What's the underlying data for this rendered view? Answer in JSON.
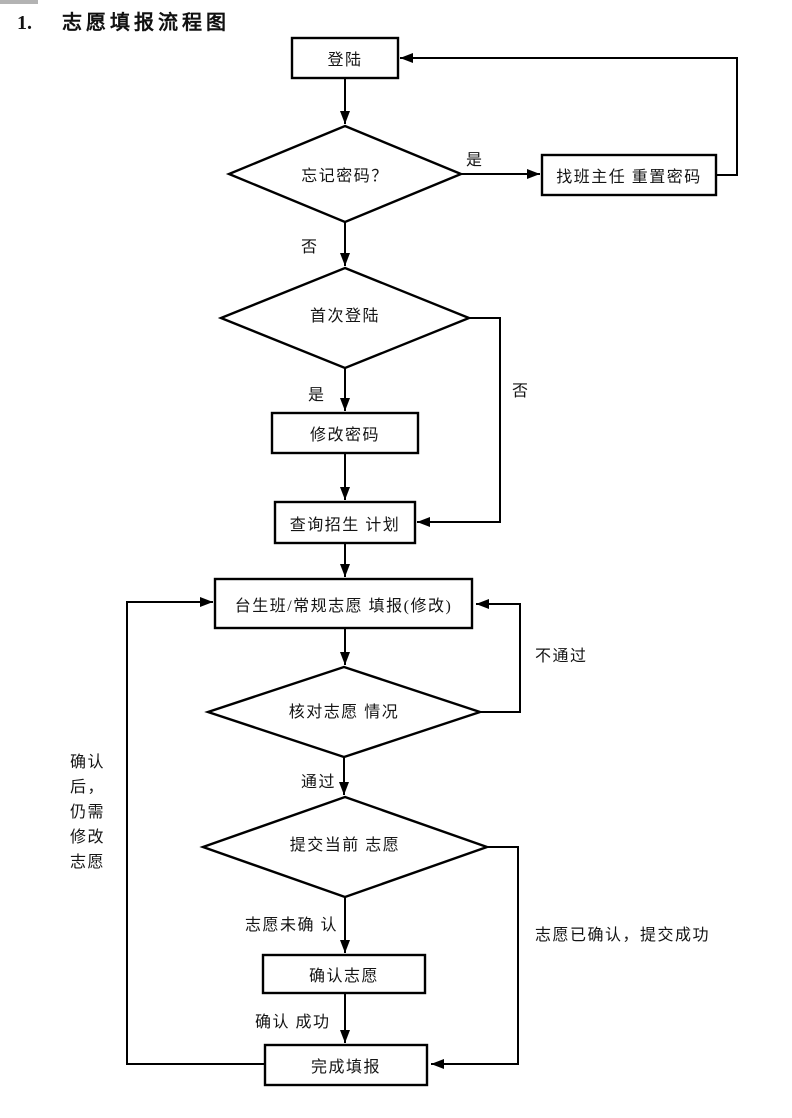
{
  "page": {
    "title_number": "1.",
    "title": "志愿填报流程图"
  },
  "flowchart": {
    "nodes": {
      "login": {
        "label": "登陆"
      },
      "forgot_password": {
        "label": "忘记密码？"
      },
      "reset_password": {
        "label": "找班主任 重置密码"
      },
      "first_login": {
        "label": "首次登陆"
      },
      "change_password": {
        "label": "修改密码"
      },
      "query_plan": {
        "label": "查询招生 计划"
      },
      "fill_form": {
        "label": "台生班/常规志愿 填报(修改)"
      },
      "check_status": {
        "label": "核对志愿 情况"
      },
      "submit_current": {
        "label": "提交当前 志愿"
      },
      "confirm_form": {
        "label": "确认志愿"
      },
      "finish": {
        "label": "完成填报"
      }
    },
    "edge_labels": {
      "forgot_yes": "是",
      "forgot_no": "否",
      "first_yes": "是",
      "first_no": "否",
      "not_pass": "不通过",
      "pass": "通过",
      "unconfirmed": "志愿未确 认",
      "confirmed_success": "志愿已确认，提交成功",
      "confirm_ok": "确认 成功",
      "revise_note_lines": [
        "确认",
        "后，",
        "仍需",
        "修改",
        "志愿"
      ]
    }
  }
}
